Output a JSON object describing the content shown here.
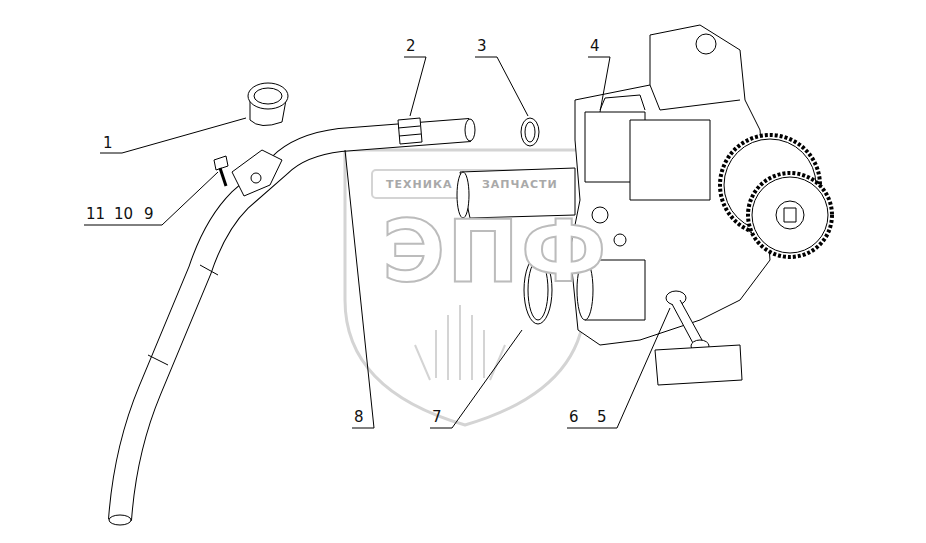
{
  "diagram": {
    "labels": [
      "1",
      "2",
      "3",
      "4",
      "11",
      "10",
      "9",
      "8",
      "7",
      "6",
      "5",
      "ТЕХНИКА",
      "ЗАПЧАСТИ",
      "ЭПФ"
    ]
  }
}
